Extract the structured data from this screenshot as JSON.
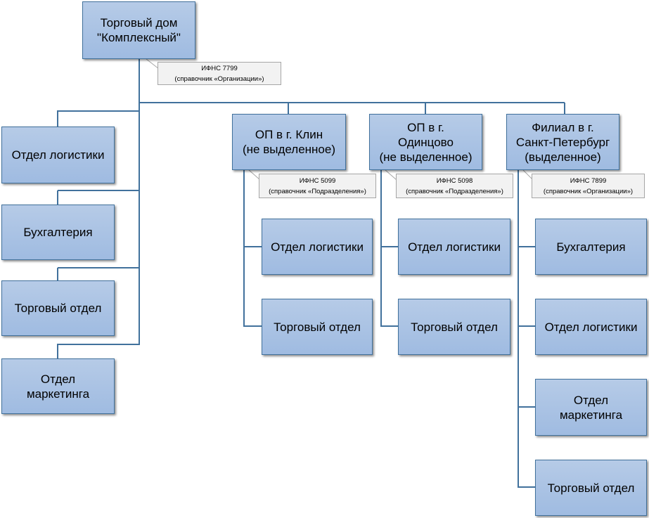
{
  "root": {
    "title": "Торговый дом\n\"Комплексный\""
  },
  "root_note": {
    "line1": "ИФНС 7799",
    "line2": "(справочник «Организации»)"
  },
  "root_departments": [
    "Отдел логистики",
    "Бухгалтерия",
    "Торговый отдел",
    "Отдел\nмаркетинга"
  ],
  "branches": [
    {
      "title": "ОП в г. Клин\n(не выделенное)",
      "note_line1": "ИФНС 5099",
      "note_line2": "(справочник «Подразделения»)",
      "departments": [
        "Отдел логистики",
        "Торговый отдел"
      ]
    },
    {
      "title": "ОП в г.\nОдинцово\n(не выделенное)",
      "note_line1": "ИФНС 5098",
      "note_line2": "(справочник «Подразделения»)",
      "departments": [
        "Отдел логистики",
        "Торговый отдел"
      ]
    },
    {
      "title": "Филиал в г.\nСанкт-Петербург\n(выделенное)",
      "note_line1": "ИФНС 7899",
      "note_line2": "(справочник «Организации»)",
      "departments": [
        "Бухгалтерия",
        "Отдел логистики",
        "Отдел\nмаркетинга",
        "Торговый отдел"
      ]
    }
  ],
  "colors": {
    "box_fill": "#9fbbe1",
    "box_border": "#41719c",
    "connector": "#41719c",
    "note_fill": "#f2f2f2"
  }
}
